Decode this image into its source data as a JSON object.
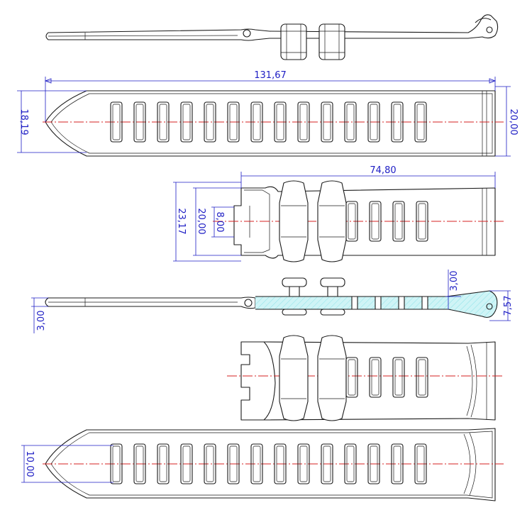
{
  "drawing": {
    "colors": {
      "outline": "#1a1a1a",
      "dimension": "#1d1dc4",
      "centerline": "#d42020",
      "section_fill": "#8fe3e8"
    },
    "dimensions": {
      "total_length": "131,67",
      "tip_width": "18,19",
      "strap_width": "20,00",
      "buckle_side_length": "74,80",
      "overall_height": "23,17",
      "inner_width": "20,00",
      "slot_width": "8,00",
      "keeper_offset": "3,00",
      "end_thickness": "7,57",
      "strap_thickness": "3,00",
      "tip_span": "10,00"
    }
  }
}
